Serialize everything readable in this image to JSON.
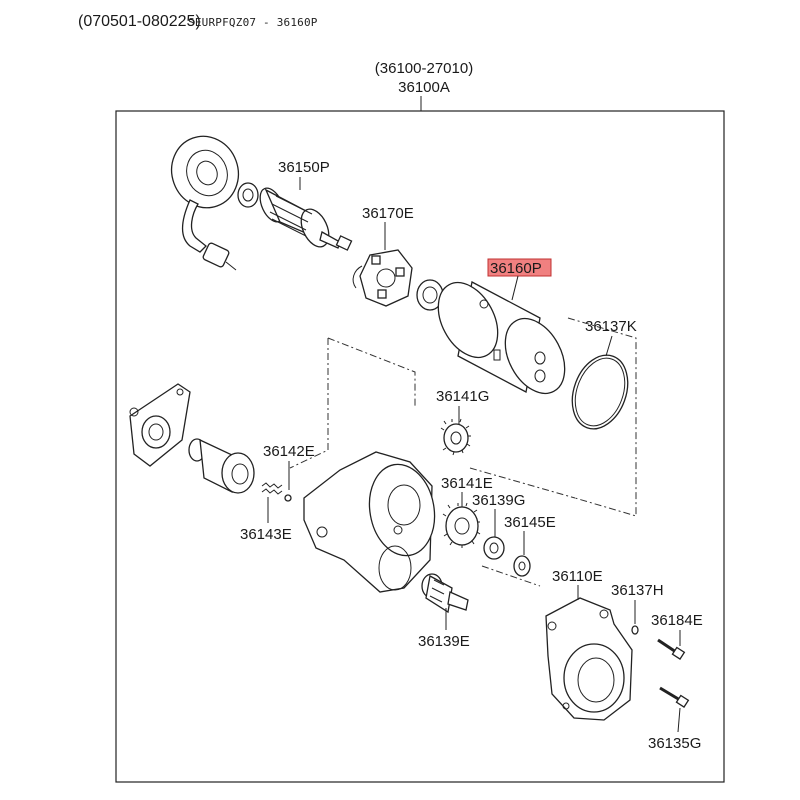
{
  "header": {
    "date_range": "(070501-080225)",
    "catalog_code": "SEURPFQZ07 - 36160P"
  },
  "assembly": {
    "code_paren": "(36100-27010)",
    "code": "36100A"
  },
  "highlight_color": "#f08080",
  "parts": {
    "p36150P": "36150P",
    "p36170E": "36170E",
    "p36160P": "36160P",
    "p36137K": "36137K",
    "p36141G": "36141G",
    "p36142E": "36142E",
    "p36141E": "36141E",
    "p36139G": "36139G",
    "p36145E": "36145E",
    "p36143E": "36143E",
    "p36110E": "36110E",
    "p36137H": "36137H",
    "p36184E": "36184E",
    "p36139E": "36139E",
    "p36135G": "36135G"
  }
}
